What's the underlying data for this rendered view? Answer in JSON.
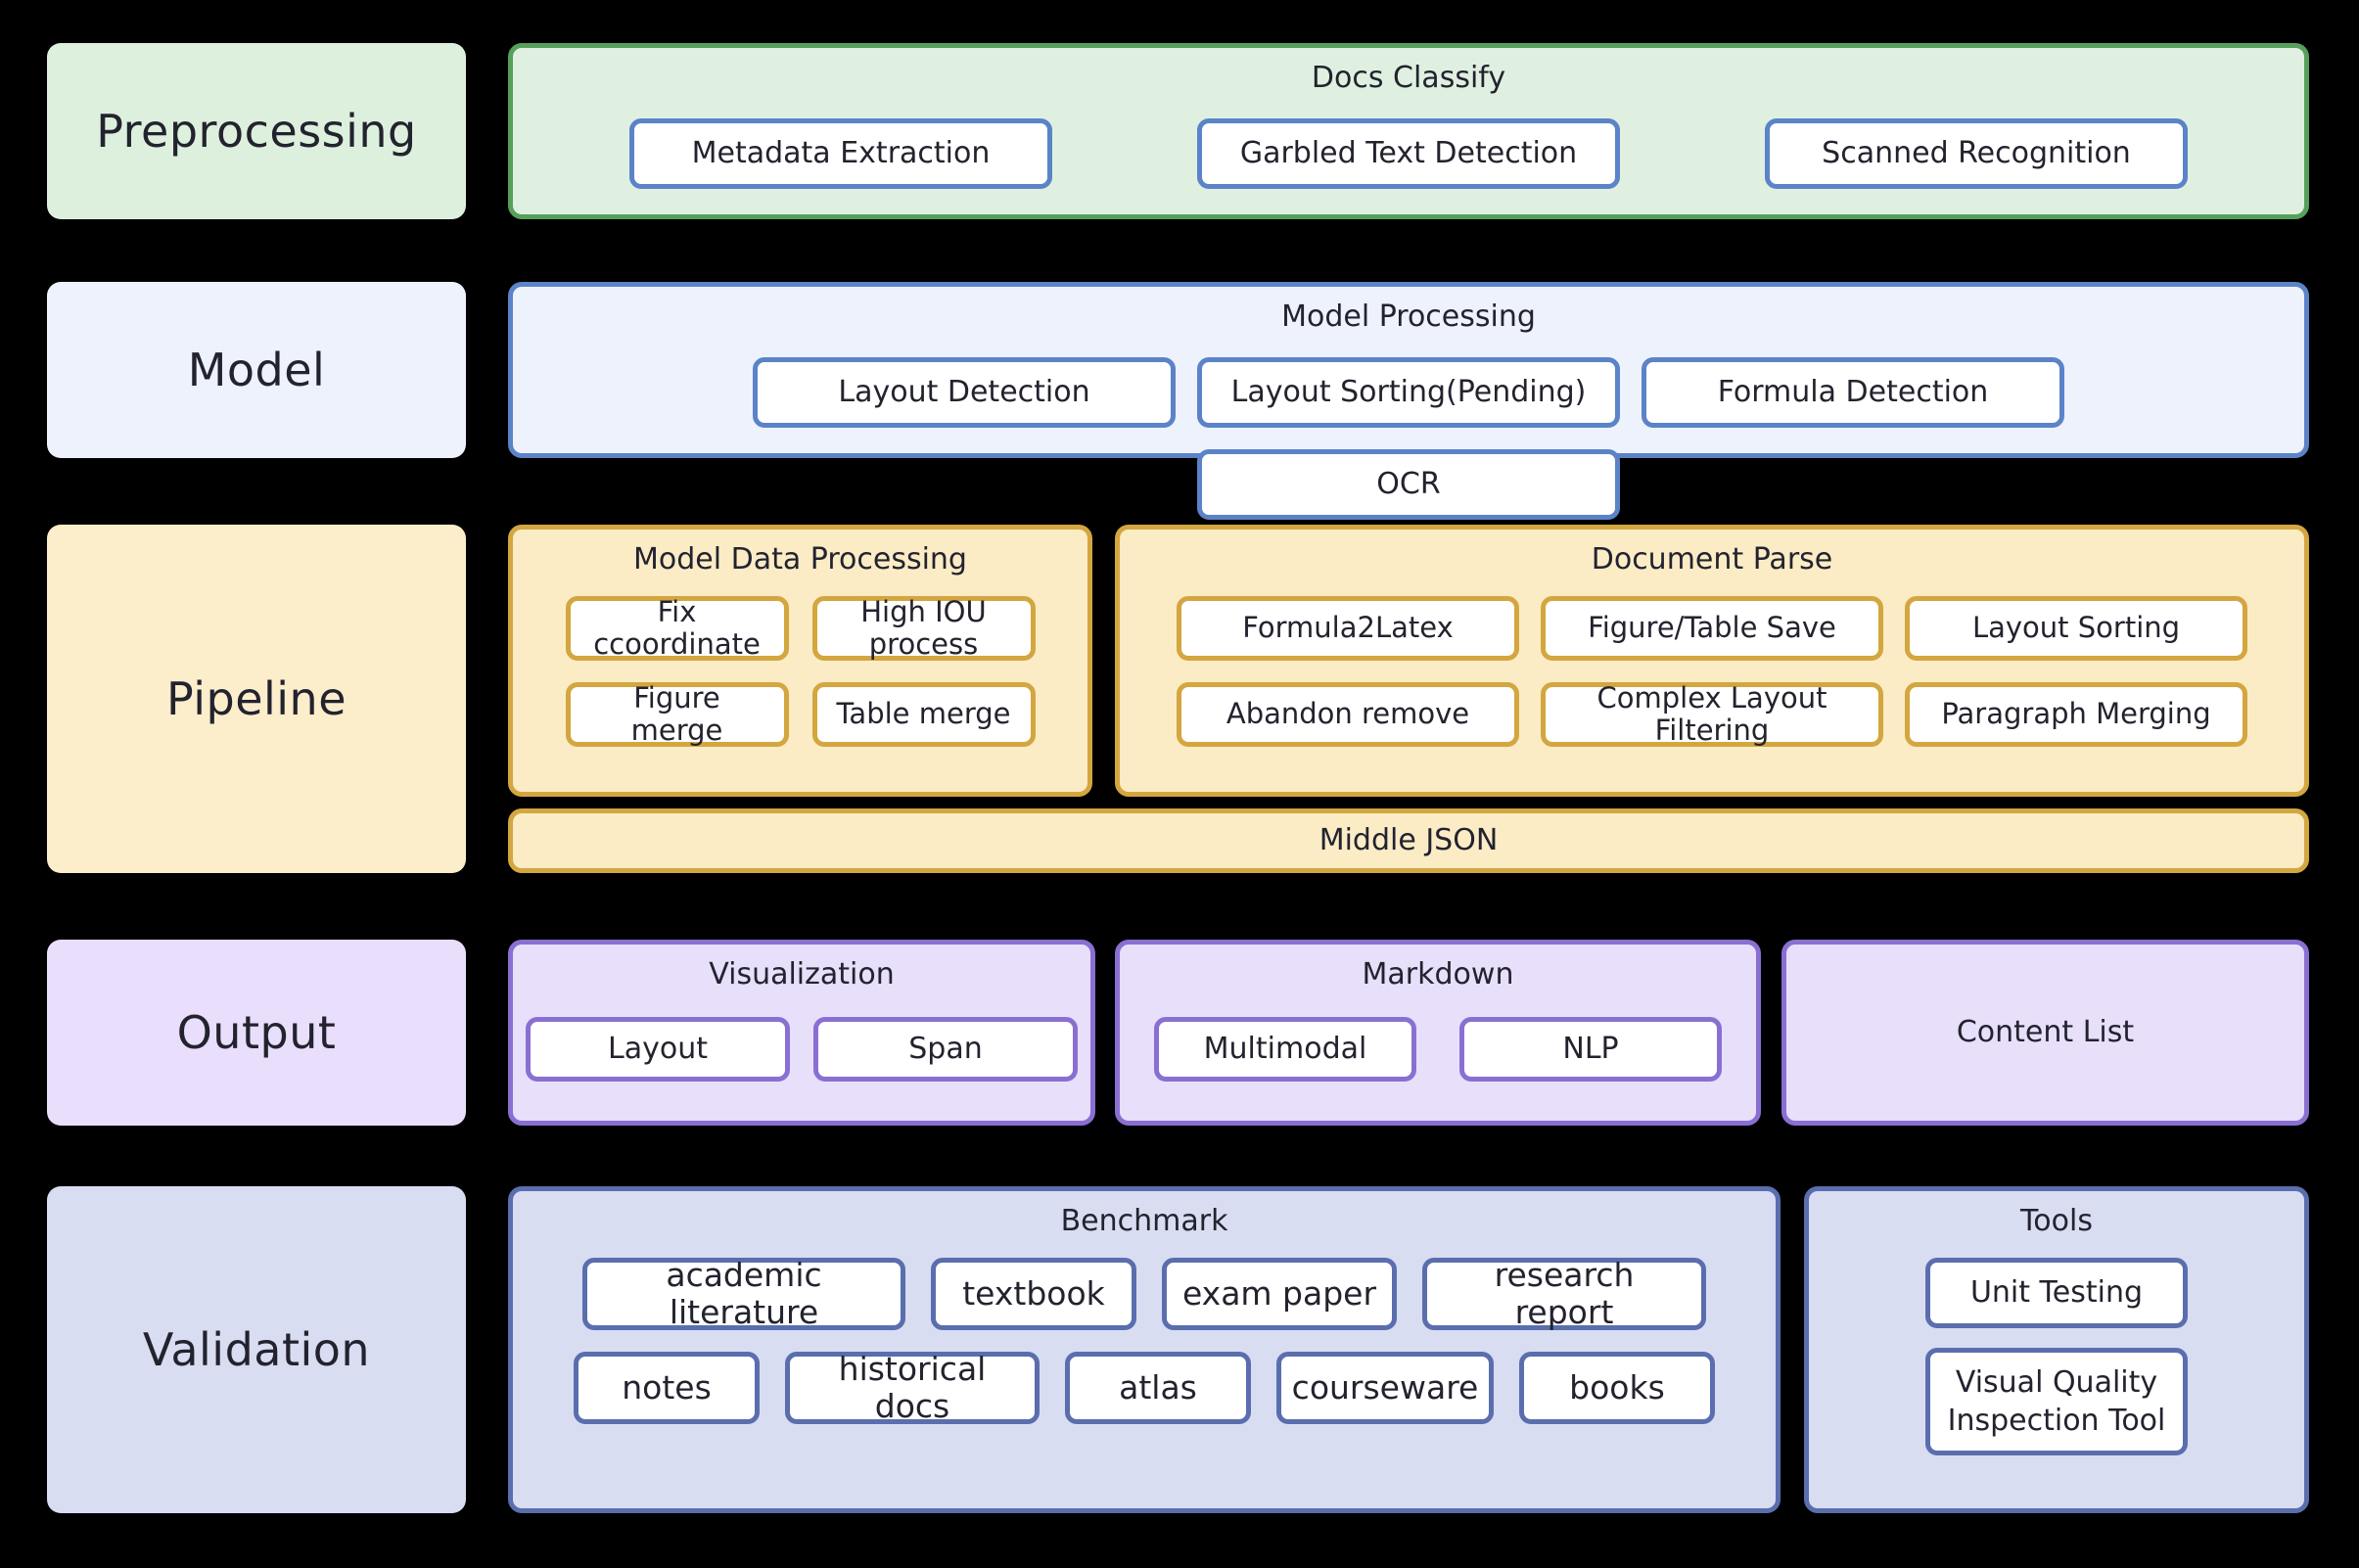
{
  "diagram": {
    "title": "Document Parsing Pipeline Architecture",
    "colors": {
      "preprocessing_fill": "#dff0e0",
      "preprocessing_border": "#56a05b",
      "model_fill": "#eef2fc",
      "model_border": "#5b83c8",
      "pipeline_fill": "#fbecc6",
      "pipeline_border": "#d3a63f",
      "output_fill": "#e8dffb",
      "output_border": "#8a6fd2",
      "validation_fill": "#d8ddf2",
      "validation_border": "#5a6eae",
      "chip_fill": "#ffffff",
      "background": "#000000",
      "text": "#23232f"
    },
    "rows": [
      {
        "id": "preprocessing",
        "label": "Preprocessing",
        "groups": [
          {
            "id": "docs-classify",
            "title": "Docs Classify",
            "items": [
              "Metadata Extraction",
              "Garbled Text Detection",
              "Scanned Recognition"
            ]
          }
        ]
      },
      {
        "id": "model",
        "label": "Model",
        "groups": [
          {
            "id": "model-processing",
            "title": "Model Processing",
            "items": [
              "Layout Detection",
              "Layout Sorting(Pending)",
              "Formula Detection",
              "OCR"
            ]
          }
        ]
      },
      {
        "id": "pipeline",
        "label": "Pipeline",
        "groups": [
          {
            "id": "model-data-processing",
            "title": "Model Data Processing",
            "items": [
              "Fix ccoordinate",
              "High IOU process",
              "Figure merge",
              "Table merge"
            ]
          },
          {
            "id": "document-parse",
            "title": "Document Parse",
            "items": [
              "Formula2Latex",
              "Figure/Table Save",
              "Layout Sorting",
              "Abandon remove",
              "Complex Layout Filtering",
              "Paragraph Merging"
            ]
          },
          {
            "id": "middle-json",
            "title": "Middle JSON",
            "items": []
          }
        ]
      },
      {
        "id": "output",
        "label": "Output",
        "groups": [
          {
            "id": "visualization",
            "title": "Visualization",
            "items": [
              "Layout",
              "Span"
            ]
          },
          {
            "id": "markdown",
            "title": "Markdown",
            "items": [
              "Multimodal",
              "NLP"
            ]
          },
          {
            "id": "content-list",
            "title": "Content List",
            "items": []
          }
        ]
      },
      {
        "id": "validation",
        "label": "Validation",
        "groups": [
          {
            "id": "benchmark",
            "title": "Benchmark",
            "items": [
              "academic literature",
              "textbook",
              "exam paper",
              "research report",
              "notes",
              "historical docs",
              "atlas",
              "courseware",
              "books"
            ]
          },
          {
            "id": "tools",
            "title": "Tools",
            "items": [
              "Unit Testing",
              "Visual Quality",
              "Inspection Tool"
            ]
          }
        ]
      }
    ]
  }
}
